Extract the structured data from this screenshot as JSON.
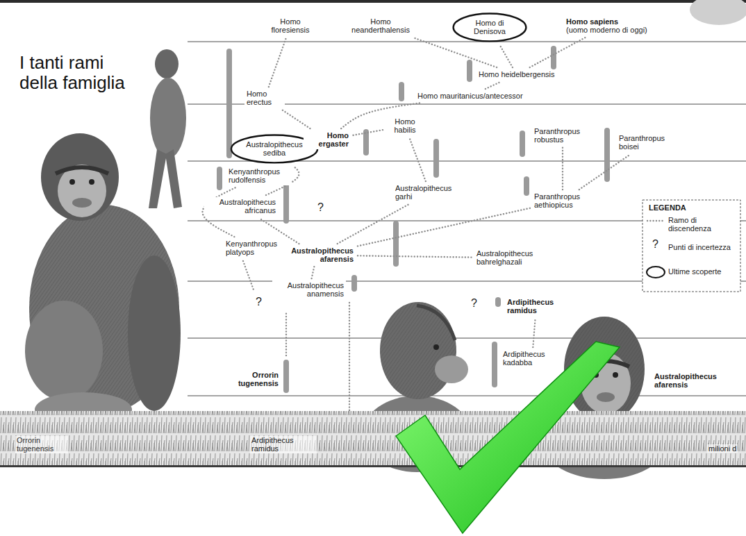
{
  "diagram": {
    "title": "I tanti rami della famiglia",
    "nodes": [
      {
        "text": [
          "Homo floresiensis"
        ]
      },
      {
        "text": [
          "Homo neanderthalensis"
        ]
      },
      {
        "text": [
          "Homo di Denisova"
        ]
      },
      {
        "text": [
          "Homo sapiens",
          "(uomo moderno di oggi)"
        ]
      },
      {
        "text": [
          "Homo heidelbergensis"
        ]
      },
      {
        "text": [
          "Homo mauritanicus/antecessor"
        ]
      },
      {
        "text": [
          "Homo erectus"
        ]
      },
      {
        "text": [
          "Australopithecus sediba"
        ]
      },
      {
        "text": [
          "Homo ergaster"
        ]
      },
      {
        "text": [
          "Homo habilis"
        ]
      },
      {
        "text": [
          "Paranthropus robustus"
        ]
      },
      {
        "text": [
          "Paranthropus boisei"
        ]
      },
      {
        "text": [
          "Kenyanthropus rudolfensis"
        ]
      },
      {
        "text": [
          "Australopithecus africanus"
        ]
      },
      {
        "text": [
          "Australopithecus garhi"
        ]
      },
      {
        "text": [
          "Paranthropus aethiopicus"
        ]
      },
      {
        "text": [
          "Kenyanthropus platyops"
        ]
      },
      {
        "text": [
          "Australopithecus afarensis"
        ]
      },
      {
        "text": [
          "Australopithecus bahrelghazali"
        ]
      },
      {
        "text": [
          "Australopithecus anamensis"
        ]
      },
      {
        "text": [
          "Ardipithecus ramidus"
        ]
      },
      {
        "text": [
          "Ardipithecus kadabba"
        ]
      },
      {
        "text": [
          "Orrorin tugenensis"
        ]
      }
    ],
    "edges": [
      {
        "from": 19,
        "to": 17,
        "arrow": "none"
      },
      {
        "from": 21,
        "to": 20,
        "arrow": "none"
      },
      {
        "from": 16,
        "to": 12,
        "arrow": "none"
      },
      {
        "from": 17,
        "to": 13,
        "arrow": "none"
      },
      {
        "from": 17,
        "to": 14,
        "arrow": "none"
      },
      {
        "from": 17,
        "to": 15,
        "arrow": "none"
      },
      {
        "from": 17,
        "to": 18,
        "arrow": "none"
      },
      {
        "from": 15,
        "to": 10,
        "arrow": "none"
      },
      {
        "from": 15,
        "to": 11,
        "arrow": "none"
      },
      {
        "from": 13,
        "to": 7,
        "arrow": "none"
      },
      {
        "from": 14,
        "to": 9,
        "arrow": "none"
      },
      {
        "from": 9,
        "to": 8,
        "arrow": "none"
      },
      {
        "from": 8,
        "to": 6,
        "arrow": "none"
      },
      {
        "from": 6,
        "to": 0,
        "arrow": "none"
      },
      {
        "from": 8,
        "to": 5,
        "arrow": "none"
      },
      {
        "from": 5,
        "to": 4,
        "arrow": "none"
      },
      {
        "from": 4,
        "to": 1,
        "arrow": "none"
      },
      {
        "from": 4,
        "to": 2,
        "arrow": "none"
      },
      {
        "from": 4,
        "to": 3,
        "arrow": "none"
      }
    ],
    "labels": [
      "?",
      "?",
      "?",
      "LEGENDA",
      "?",
      "Australopithecus afarensis",
      "Orrorin tugenensis",
      "Ardipithecus ramidus",
      "milioni d"
    ],
    "legend": [
      {
        "text": "Ramo di discendenza"
      },
      {
        "text": "Punti di incertezza"
      },
      {
        "text": "Ultime scoperte"
      }
    ]
  }
}
